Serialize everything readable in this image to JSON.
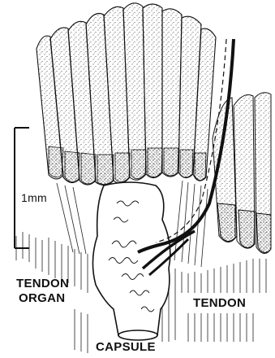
{
  "figure": {
    "labels": {
      "scale": "1mm",
      "tendon_organ_line1": "TENDON",
      "tendon_organ_line2": "ORGAN",
      "tendon": "TENDON",
      "capsule": "CAPSULE"
    },
    "colors": {
      "ink": "#111111",
      "paper": "#ffffff"
    }
  }
}
